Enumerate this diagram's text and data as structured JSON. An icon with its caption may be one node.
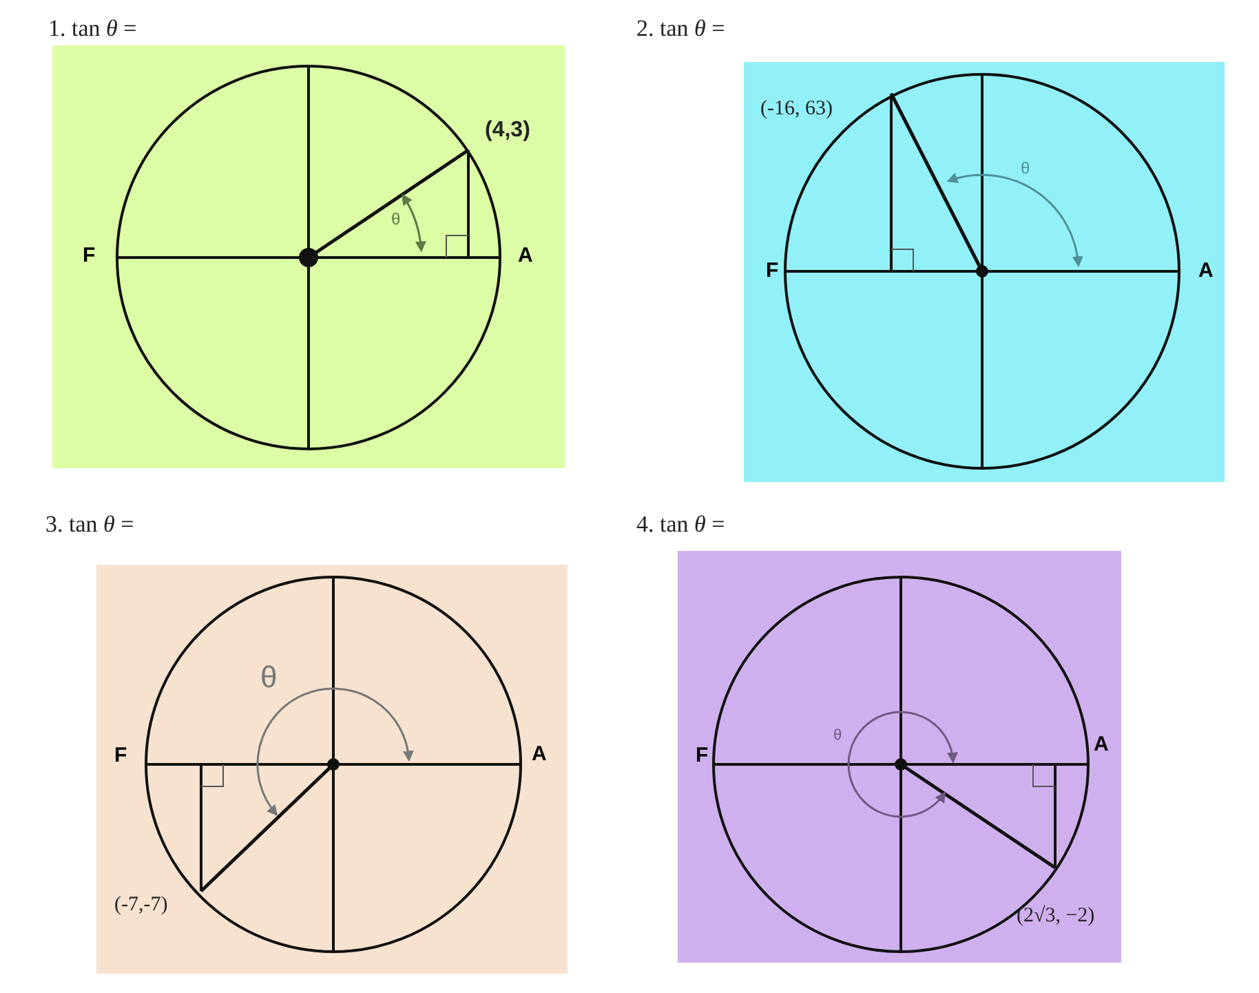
{
  "diagram": {
    "nodes": [
      {
        "text": [
          "1. tan *θ* =",
          "(4,3)",
          "θ",
          "F",
          "A"
        ]
      },
      {
        "text": [
          "2. tan *θ* =",
          "(-16, 63)",
          "θ",
          "F",
          "A"
        ]
      },
      {
        "text": [
          "3. tan *θ* =",
          "(-7,-7)",
          "θ",
          "F",
          "A"
        ]
      },
      {
        "text": [
          "4. tan *θ* =",
          "(2√3, −2)",
          "θ",
          "F",
          "A"
        ]
      }
    ]
  }
}
